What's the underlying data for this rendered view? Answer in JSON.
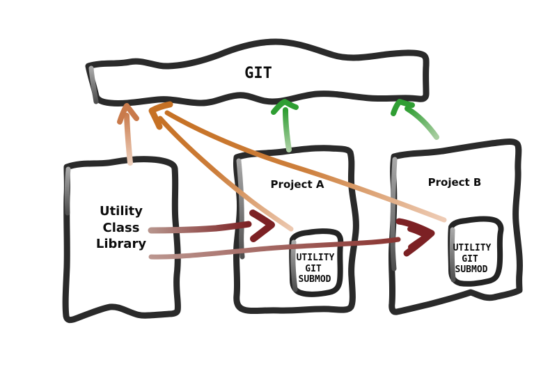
{
  "colors": {
    "ink": "#2a2a2a",
    "edge_fade_gray": "#8f8f8f",
    "orange": "#c67124",
    "salmon": "#dd9f78",
    "salmon_pale": "#eeccb6",
    "green": "#2f9e33",
    "green_pale": "#a8cda0",
    "maroon": "#7c2124",
    "maroon_pale": "#b6938b",
    "background": "#ffffff",
    "text": "#0c0c0c"
  },
  "nodes": {
    "git": {
      "label": "GIT"
    },
    "utility_library": {
      "lines": [
        "Utility",
        "Class",
        "Library"
      ]
    },
    "project_a": {
      "label": "Project A",
      "submodule": {
        "lines": [
          "UTILITY",
          "GIT",
          "SUBMOD"
        ]
      }
    },
    "project_b": {
      "label": "Project B",
      "submodule": {
        "lines": [
          "UTILITY",
          "GIT",
          "SUBMOD"
        ]
      }
    }
  },
  "edges": [
    {
      "from": "utility-class-library",
      "to": "git",
      "color": "salmon",
      "arrowhead_at": "git",
      "style": "pale stroke fading toward tail"
    },
    {
      "from": "project-a-submodule",
      "to": "git",
      "color": "orange",
      "arrowhead_at": "git",
      "style": "fades to pale salmon at tail, shares arrowhead with project-b line"
    },
    {
      "from": "project-b-submodule",
      "to": "git",
      "color": "orange",
      "arrowhead_at": "git",
      "style": "fades to pale salmon at tail, crosses over project-a"
    },
    {
      "from": "project-a",
      "to": "git",
      "color": "green",
      "arrowhead_at": "git",
      "style": "fading tail"
    },
    {
      "from": "project-b",
      "to": "git",
      "color": "green",
      "arrowhead_at": "git",
      "style": "fading tail"
    },
    {
      "from": "utility-class-library",
      "to": "project-a",
      "color": "maroon",
      "arrowhead_at": "project-a",
      "style": "thick chevron head, pale tail"
    },
    {
      "from": "utility-class-library",
      "to": "project-b-submodule",
      "color": "maroon",
      "arrowhead_at": "project-b-submodule",
      "style": "long thin stroke, double chevron head"
    }
  ]
}
